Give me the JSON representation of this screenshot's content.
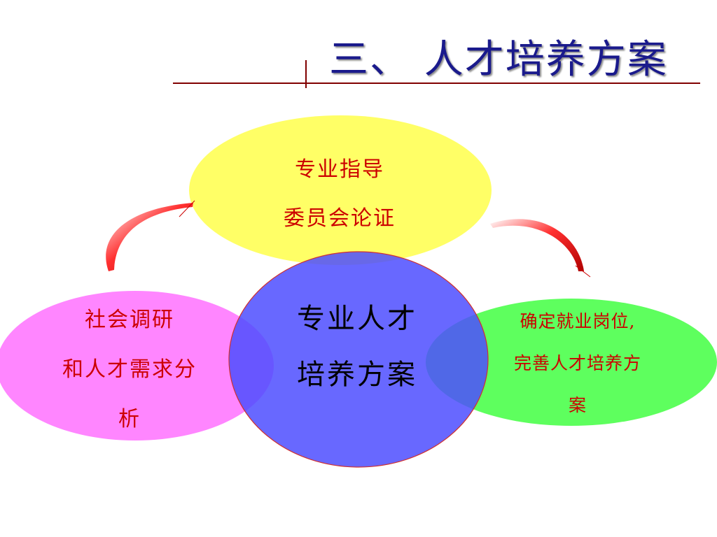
{
  "title": "三、 人才培养方案",
  "nodes": {
    "top": {
      "line1": "专业指导",
      "line2": "委员会论证",
      "color": "#ffff66"
    },
    "center": {
      "line1": "专业人才",
      "line2": "培养方案",
      "color": "#5c5cff"
    },
    "left": {
      "line1": "社会调研",
      "line2": "和人才需求分",
      "line3": "析",
      "color": "#ff80ff"
    },
    "right": {
      "line1": "确定就业岗位,",
      "line2": "完善人才培养方",
      "line3": "案",
      "color": "#55ff55"
    }
  },
  "colors": {
    "title_text": "#1a1a8c",
    "rule": "#800000",
    "node_text": "#cc0000",
    "arrow": "#cc0000"
  }
}
